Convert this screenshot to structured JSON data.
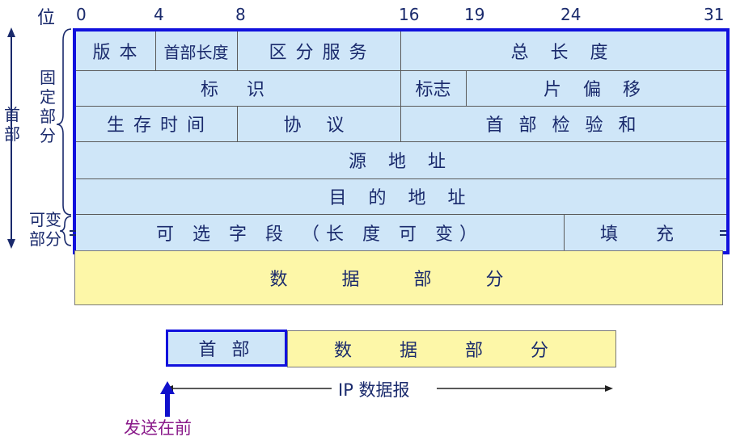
{
  "bit_label": "位",
  "bit_ticks": [
    "0",
    "4",
    "8",
    "16",
    "19",
    "24",
    "31"
  ],
  "side_labels": {
    "header": "首部",
    "fixed": "固定部分",
    "variable": "可变部分"
  },
  "fields": {
    "version": "版 本",
    "header_length": "首部长度",
    "diff_services": "区 分 服 务",
    "total_length": "总 长 度",
    "identification": "标 识",
    "flags": "标志",
    "fragment_offset": "片 偏 移",
    "ttl": "生 存 时 间",
    "protocol": "协 议",
    "checksum": "首 部 检 验 和",
    "source_address": "源 地 址",
    "dest_address": "目 的 地 址",
    "options": "可 选 字 段 （长 度 可 变）",
    "padding": "填 充",
    "data": "数 据 部 分"
  },
  "datagram": {
    "header": "首 部",
    "data": "数 据 部 分",
    "label": "IP 数据报",
    "send_first": "发送在前"
  },
  "colors": {
    "header_fill": "#cfe6f8",
    "data_fill": "#fdf7a8",
    "border_blue": "#1111dd",
    "text": "#1a2a6c",
    "arrow_blue": "#1010cc",
    "send_text": "#8a1a8a"
  }
}
